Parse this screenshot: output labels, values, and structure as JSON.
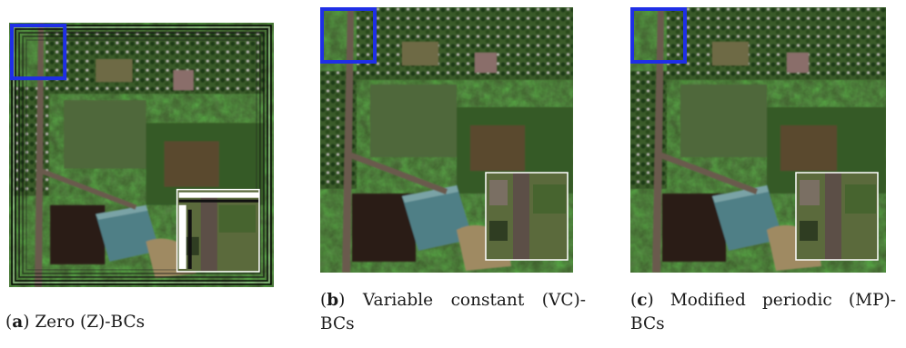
{
  "figure": {
    "panels": [
      {
        "id": "a",
        "letter": "a",
        "caption": "Zero (Z)-BCs",
        "artifacts": "ringing-stripes"
      },
      {
        "id": "b",
        "letter": "b",
        "caption_line1": "Variable constant (VC)-",
        "caption_line2": "BCs",
        "artifacts": "none"
      },
      {
        "id": "c",
        "letter": "c",
        "caption_line1": "Modified periodic (MP)-",
        "caption_line2": "BCs",
        "artifacts": "none"
      }
    ]
  },
  "colors": {
    "roi_box": "#1f2fe6",
    "inset_border": "#ffffff",
    "vegetation": "#2e5a24",
    "field": "#4f6a34",
    "building_roof": "#4f7f86",
    "dark_lot": "#2b1c17",
    "road": "#6b5a4e"
  }
}
